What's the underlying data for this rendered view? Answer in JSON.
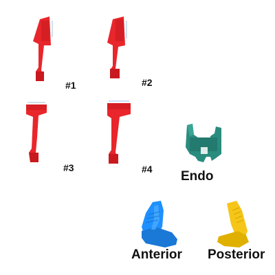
{
  "products": [
    {
      "label": "#1",
      "color": "#e8262b",
      "shape": "holder-vertical-bite-block"
    },
    {
      "label": "#2",
      "color": "#e8262b",
      "shape": "holder-vertical-bite-block"
    },
    {
      "label": "#3",
      "color": "#e8262b",
      "shape": "holder-horizontal-bite-block"
    },
    {
      "label": "#4",
      "color": "#e8262b",
      "shape": "holder-horizontal-bite-block"
    },
    {
      "label": "Endo",
      "color": "#2a8c7e",
      "shape": "endo-holder"
    },
    {
      "label": "Anterior",
      "color": "#1e90ff",
      "shape": "bite-wing-holder"
    },
    {
      "label": "Posterior",
      "color": "#f5c518",
      "shape": "bite-wing-holder"
    }
  ]
}
